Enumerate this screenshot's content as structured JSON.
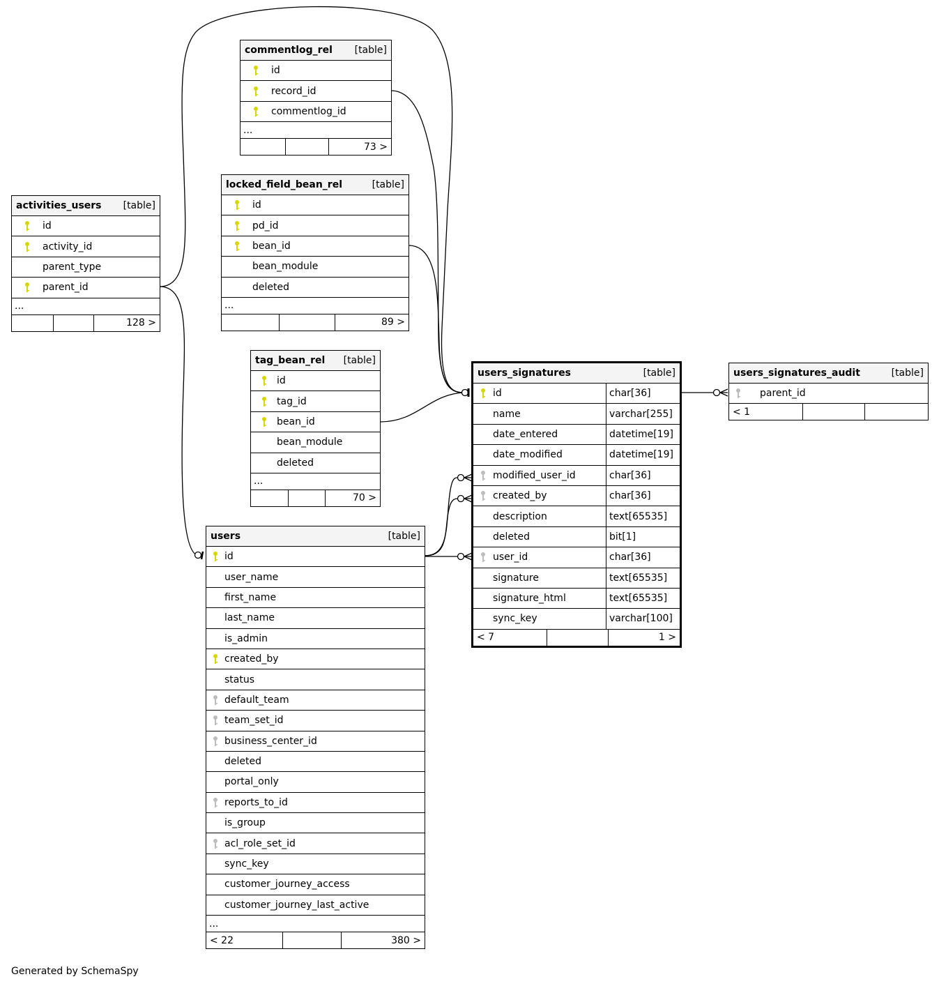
{
  "footer_text": "Generated by SchemaSpy",
  "colors": {
    "primary_key": "#d6d600",
    "foreign_key": "#bdbdbd"
  },
  "tables": [
    {
      "id": "commentlog_rel",
      "name": "commentlog_rel",
      "kind": "[table]",
      "columns": [
        {
          "name": "id",
          "key": "pk"
        },
        {
          "name": "record_id",
          "key": "pk"
        },
        {
          "name": "commentlog_id",
          "key": "pk"
        }
      ],
      "ellipsis": "...",
      "footer": [
        "",
        "",
        "73 >"
      ]
    },
    {
      "id": "locked_field_bean_rel",
      "name": "locked_field_bean_rel",
      "kind": "[table]",
      "columns": [
        {
          "name": "id",
          "key": "pk"
        },
        {
          "name": "pd_id",
          "key": "pk"
        },
        {
          "name": "bean_id",
          "key": "pk"
        },
        {
          "name": "bean_module",
          "key": ""
        },
        {
          "name": "deleted",
          "key": ""
        }
      ],
      "ellipsis": "...",
      "footer": [
        "",
        "",
        "89 >"
      ]
    },
    {
      "id": "activities_users",
      "name": "activities_users",
      "kind": "[table]",
      "columns": [
        {
          "name": "id",
          "key": "pk"
        },
        {
          "name": "activity_id",
          "key": "pk"
        },
        {
          "name": "parent_type",
          "key": ""
        },
        {
          "name": "parent_id",
          "key": "pk"
        }
      ],
      "ellipsis": "...",
      "footer": [
        "",
        "",
        "128 >"
      ]
    },
    {
      "id": "tag_bean_rel",
      "name": "tag_bean_rel",
      "kind": "[table]",
      "columns": [
        {
          "name": "id",
          "key": "pk"
        },
        {
          "name": "tag_id",
          "key": "pk"
        },
        {
          "name": "bean_id",
          "key": "pk"
        },
        {
          "name": "bean_module",
          "key": ""
        },
        {
          "name": "deleted",
          "key": ""
        }
      ],
      "ellipsis": "...",
      "footer": [
        "",
        "",
        "70 >"
      ]
    },
    {
      "id": "users",
      "name": "users",
      "kind": "[table]",
      "columns": [
        {
          "name": "id",
          "key": "pk"
        },
        {
          "name": "user_name",
          "key": ""
        },
        {
          "name": "first_name",
          "key": ""
        },
        {
          "name": "last_name",
          "key": ""
        },
        {
          "name": "is_admin",
          "key": ""
        },
        {
          "name": "created_by",
          "key": "pk"
        },
        {
          "name": "status",
          "key": ""
        },
        {
          "name": "default_team",
          "key": "fk"
        },
        {
          "name": "team_set_id",
          "key": "fk"
        },
        {
          "name": "business_center_id",
          "key": "fk"
        },
        {
          "name": "deleted",
          "key": ""
        },
        {
          "name": "portal_only",
          "key": ""
        },
        {
          "name": "reports_to_id",
          "key": "fk"
        },
        {
          "name": "is_group",
          "key": ""
        },
        {
          "name": "acl_role_set_id",
          "key": "fk"
        },
        {
          "name": "sync_key",
          "key": ""
        },
        {
          "name": "customer_journey_access",
          "key": ""
        },
        {
          "name": "customer_journey_last_active",
          "key": ""
        }
      ],
      "ellipsis": "...",
      "footer": [
        "< 22",
        "",
        "380 >"
      ]
    },
    {
      "id": "users_signatures",
      "name": "users_signatures",
      "kind": "[table]",
      "columns": [
        {
          "name": "id",
          "key": "pk",
          "type": "char[36]"
        },
        {
          "name": "name",
          "key": "",
          "type": "varchar[255]"
        },
        {
          "name": "date_entered",
          "key": "",
          "type": "datetime[19]"
        },
        {
          "name": "date_modified",
          "key": "",
          "type": "datetime[19]"
        },
        {
          "name": "modified_user_id",
          "key": "fk",
          "type": "char[36]"
        },
        {
          "name": "created_by",
          "key": "fk",
          "type": "char[36]"
        },
        {
          "name": "description",
          "key": "",
          "type": "text[65535]"
        },
        {
          "name": "deleted",
          "key": "",
          "type": "bit[1]"
        },
        {
          "name": "user_id",
          "key": "fk",
          "type": "char[36]"
        },
        {
          "name": "signature",
          "key": "",
          "type": "text[65535]"
        },
        {
          "name": "signature_html",
          "key": "",
          "type": "text[65535]"
        },
        {
          "name": "sync_key",
          "key": "",
          "type": "varchar[100]"
        }
      ],
      "footer": [
        "< 7",
        "",
        "1 >"
      ]
    },
    {
      "id": "users_signatures_audit",
      "name": "users_signatures_audit",
      "kind": "[table]",
      "columns": [
        {
          "name": "parent_id",
          "key": "fk"
        }
      ],
      "footer": [
        "< 1",
        "",
        ""
      ]
    }
  ]
}
